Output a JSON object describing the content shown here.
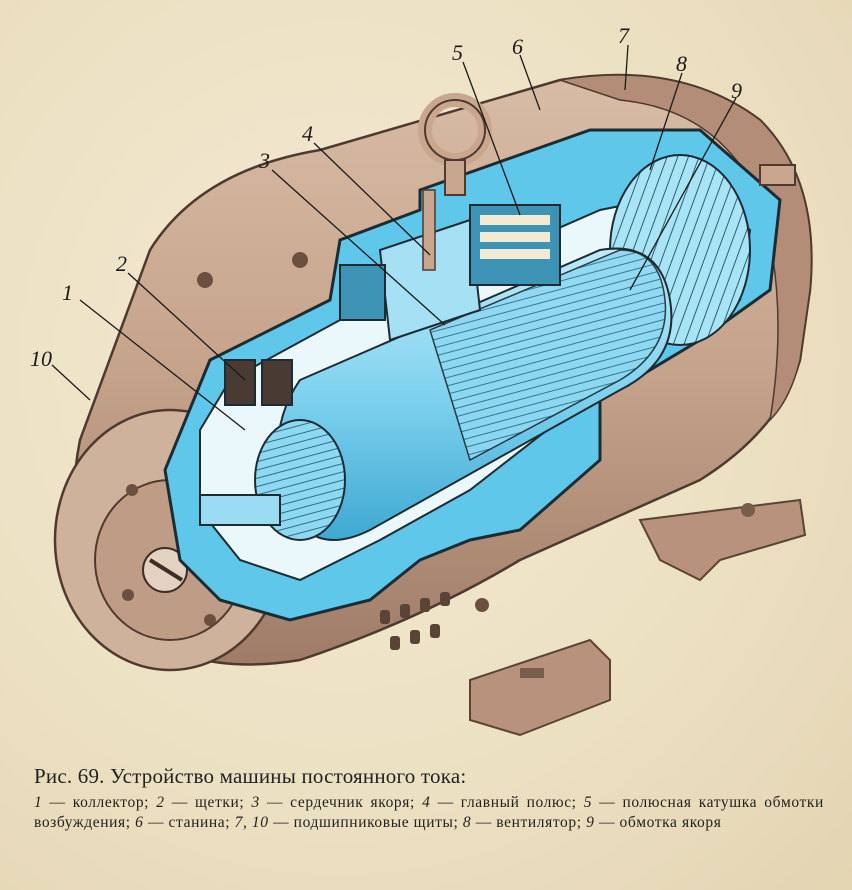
{
  "figure": {
    "callouts": [
      "1",
      "2",
      "3",
      "4",
      "5",
      "6",
      "7",
      "8",
      "9",
      "10"
    ],
    "colors": {
      "casing": "#c9a78e",
      "casing_shadow": "#9d7a66",
      "section_blue": "#5ec7ea",
      "section_outline": "#1d2c33",
      "armature": "#8fd8f2"
    }
  },
  "caption": {
    "title": "Рис. 69. Устройство машины постоянного тока:",
    "legend": [
      {
        "num": "1",
        "text": "— коллектор;"
      },
      {
        "num": "2",
        "text": "— щетки;"
      },
      {
        "num": "3",
        "text": "— сердечник якоря;"
      },
      {
        "num": "4",
        "text": "— главный полюс;"
      },
      {
        "num": "5",
        "text": "— полюсная катушка обмотки возбуждения;"
      },
      {
        "num": "6",
        "text": "— станина;"
      },
      {
        "num": "7, 10",
        "text": "— подшипниковые щиты;"
      },
      {
        "num": "8",
        "text": "— вентилятор;"
      },
      {
        "num": "9",
        "text": "— обмотка якоря"
      }
    ]
  }
}
